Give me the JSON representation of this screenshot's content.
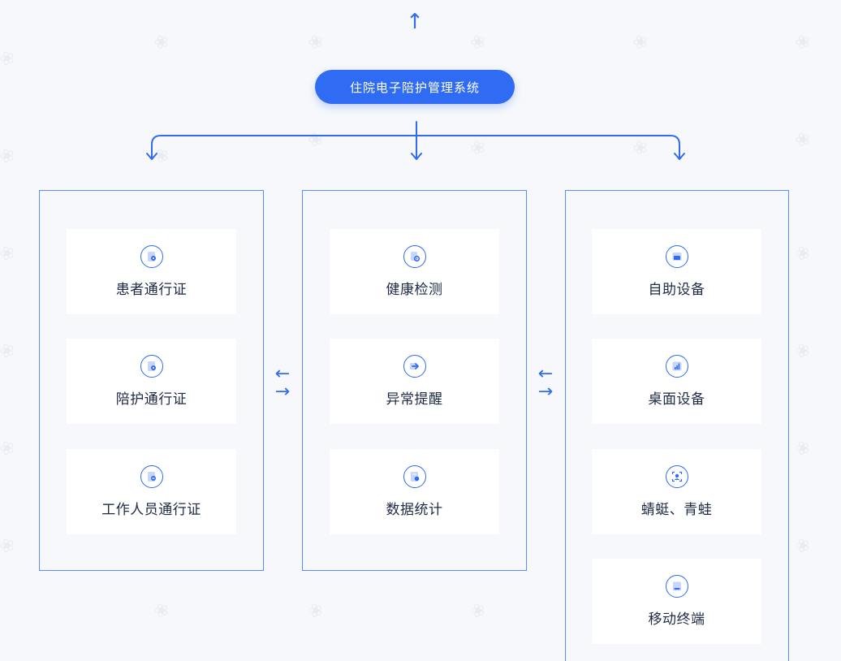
{
  "root": {
    "label": "住院电子陪护管理系统"
  },
  "colors": {
    "accent": "#2f6bf3",
    "border": "#5b8df5",
    "text": "#1f2a44",
    "background": "#f6f8fb"
  },
  "columns": [
    {
      "items": [
        {
          "label": "患者通行证",
          "icon": "document-badge-icon"
        },
        {
          "label": "陪护通行证",
          "icon": "document-badge-icon"
        },
        {
          "label": "工作人员通行证",
          "icon": "document-badge-icon"
        }
      ]
    },
    {
      "items": [
        {
          "label": "健康检测",
          "icon": "document-gear-icon"
        },
        {
          "label": "异常提醒",
          "icon": "arrow-right-icon"
        },
        {
          "label": "数据统计",
          "icon": "document-chart-icon"
        }
      ]
    },
    {
      "items": [
        {
          "label": "自助设备",
          "icon": "kiosk-icon"
        },
        {
          "label": "桌面设备",
          "icon": "bar-chart-icon"
        },
        {
          "label": "蜻蜓、青蛙",
          "icon": "face-scan-icon"
        },
        {
          "label": "移动终端",
          "icon": "tablet-icon"
        }
      ]
    }
  ],
  "arrows": {
    "up": "↑",
    "swap_left": "←",
    "swap_right": "→"
  }
}
